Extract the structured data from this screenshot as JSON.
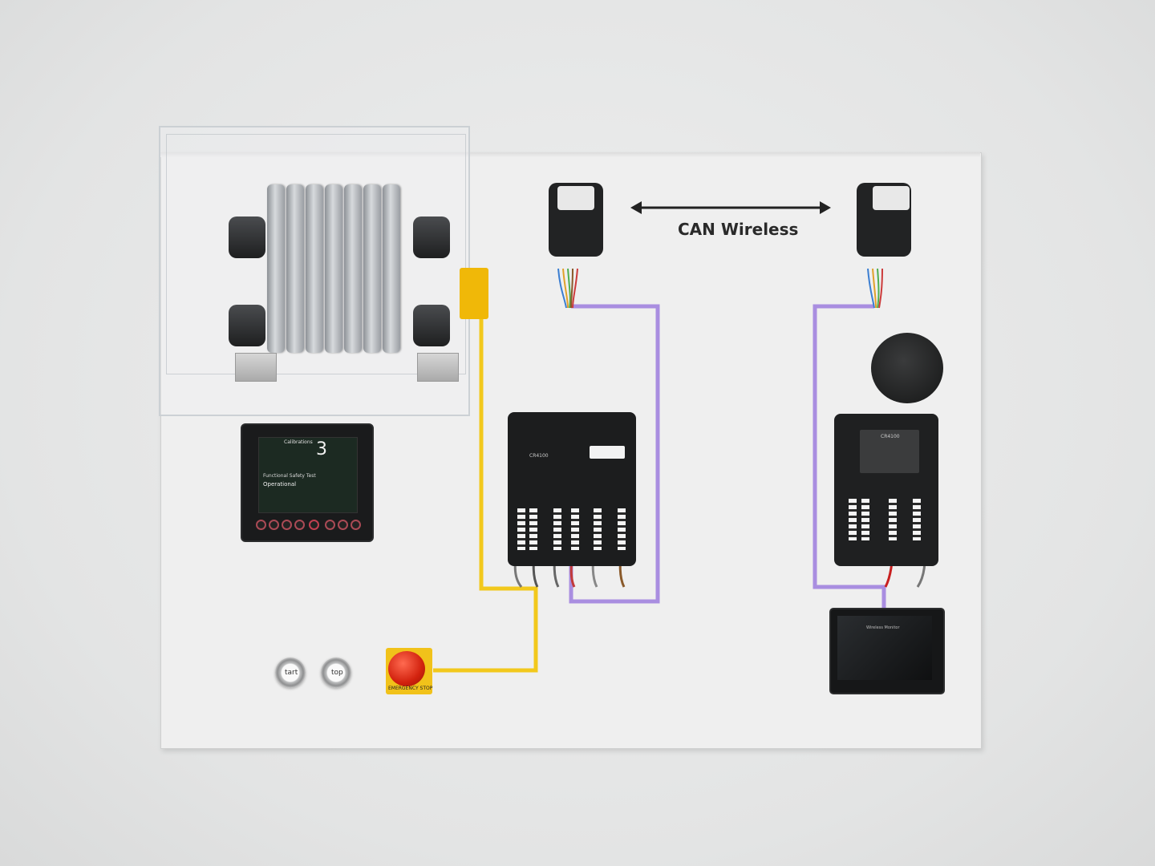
{
  "link_label": "CAN Wireless",
  "hmi": {
    "title": "Calibrations",
    "status": "Functional Safety Test",
    "state": "Operational",
    "digit": "3"
  },
  "plc_left": {
    "model": "CR4100"
  },
  "plc_right": {
    "model": "CR4100"
  },
  "display_right": {
    "title": "Wireless Monitor"
  },
  "buttons": {
    "start": "tart",
    "stop": "top"
  },
  "estop": {
    "label": "EMERGENCY STOP"
  },
  "colors": {
    "yellow_wire": "#f2c81c",
    "purple_wire": "#a98ee0",
    "estop": "#d2220e",
    "board": "#efefef"
  }
}
